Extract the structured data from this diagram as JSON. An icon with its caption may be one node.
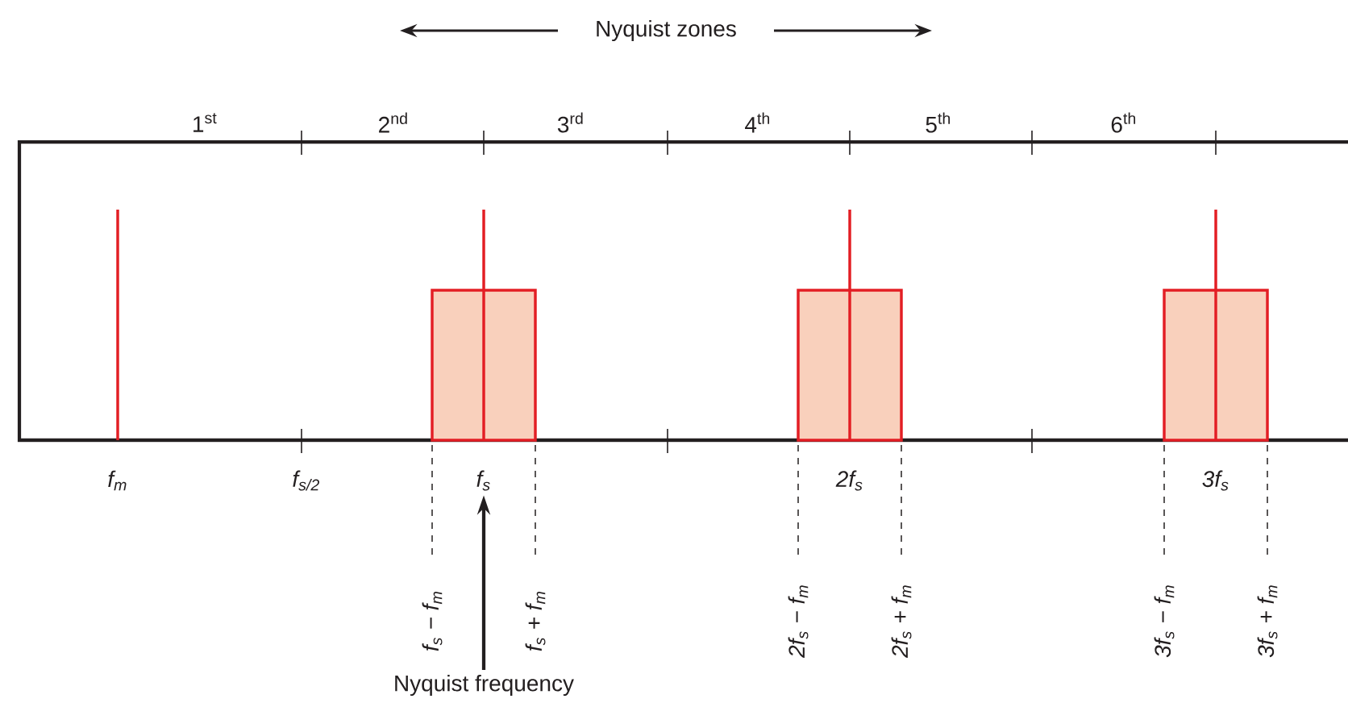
{
  "diagram": {
    "nodes": [
      {
        "text": [
          "f$_{s}$"
        ]
      },
      {
        "text": [
          "Nyquist frequency"
        ]
      }
    ],
    "edges": [
      {
        "from": 1,
        "to": 0,
        "arrow": "to"
      }
    ],
    "labels": [
      "Nyquist zones",
      "1$^{st}$",
      "2$^{nd}$",
      "3$^{rd}$",
      "4$^{th}$",
      "5$^{th}$",
      "6$^{th}$",
      "f$_{m}$",
      "f$_{s/2}$",
      "2f$_{s}$",
      "3f$_{s}$",
      "f$_{s}$ − f$_{m}$",
      "f$_{s}$ + f$_{m}$",
      "2f$_{s}$ − f$_{m}$",
      "2f$_{s}$ + f$_{m}$",
      "3f$_{s}$ − f$_{m}$",
      "3f$_{s}$ + f$_{m}$"
    ]
  }
}
